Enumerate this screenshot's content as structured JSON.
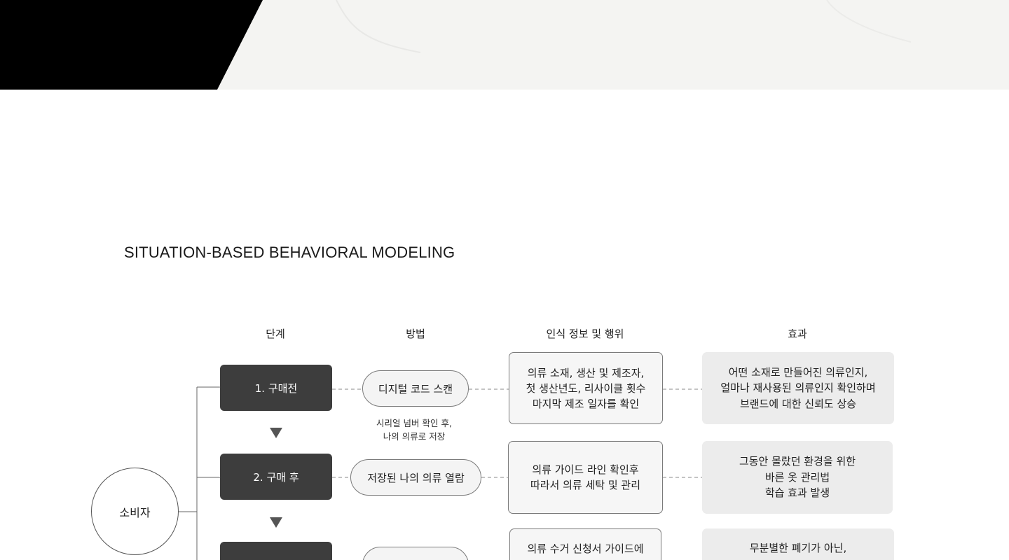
{
  "section_title": "SITUATION-BASED BEHAVIORAL MODELING",
  "columns": {
    "stage": "단계",
    "method": "방법",
    "info": "인식 정보 및 행위",
    "effect": "효과"
  },
  "actor": "소비자",
  "rows": [
    {
      "stage": "1. 구매전",
      "method": "디지털 코드 스캔",
      "note": "시리얼 넘버 확인 후,\n나의 의류로 저장",
      "info": "의류 소재, 생산 및 제조자,\n첫 생산년도, 리사이클 횟수\n마지막 제조 일자를 확인",
      "effect": "어떤 소재로 만들어진 의류인지,\n얼마나 재사용된 의류인지 확인하며\n브랜드에 대한 신뢰도 상승"
    },
    {
      "stage": "2. 구매 후",
      "method": "저장된 나의 의류 열람",
      "info": "의류 가이드 라인 확인후\n따라서 의류 세탁 및 관리",
      "effect": "그동안 몰랐던 환경을 위한\n바른 옷 관리법\n학습 효과 발생"
    },
    {
      "stage": "",
      "method": "",
      "info": "의류 수거 신청서 가이드에",
      "effect": "무분별한 폐기가 아닌,"
    }
  ],
  "colors": {
    "stage_fill": "#3d3d3d",
    "method_fill": "#f4f4f4",
    "effect_fill": "#ececec",
    "hero_dark": "#000000",
    "hero_light": "#f4f4f2"
  },
  "icons": [
    "down-triangle-icon"
  ]
}
